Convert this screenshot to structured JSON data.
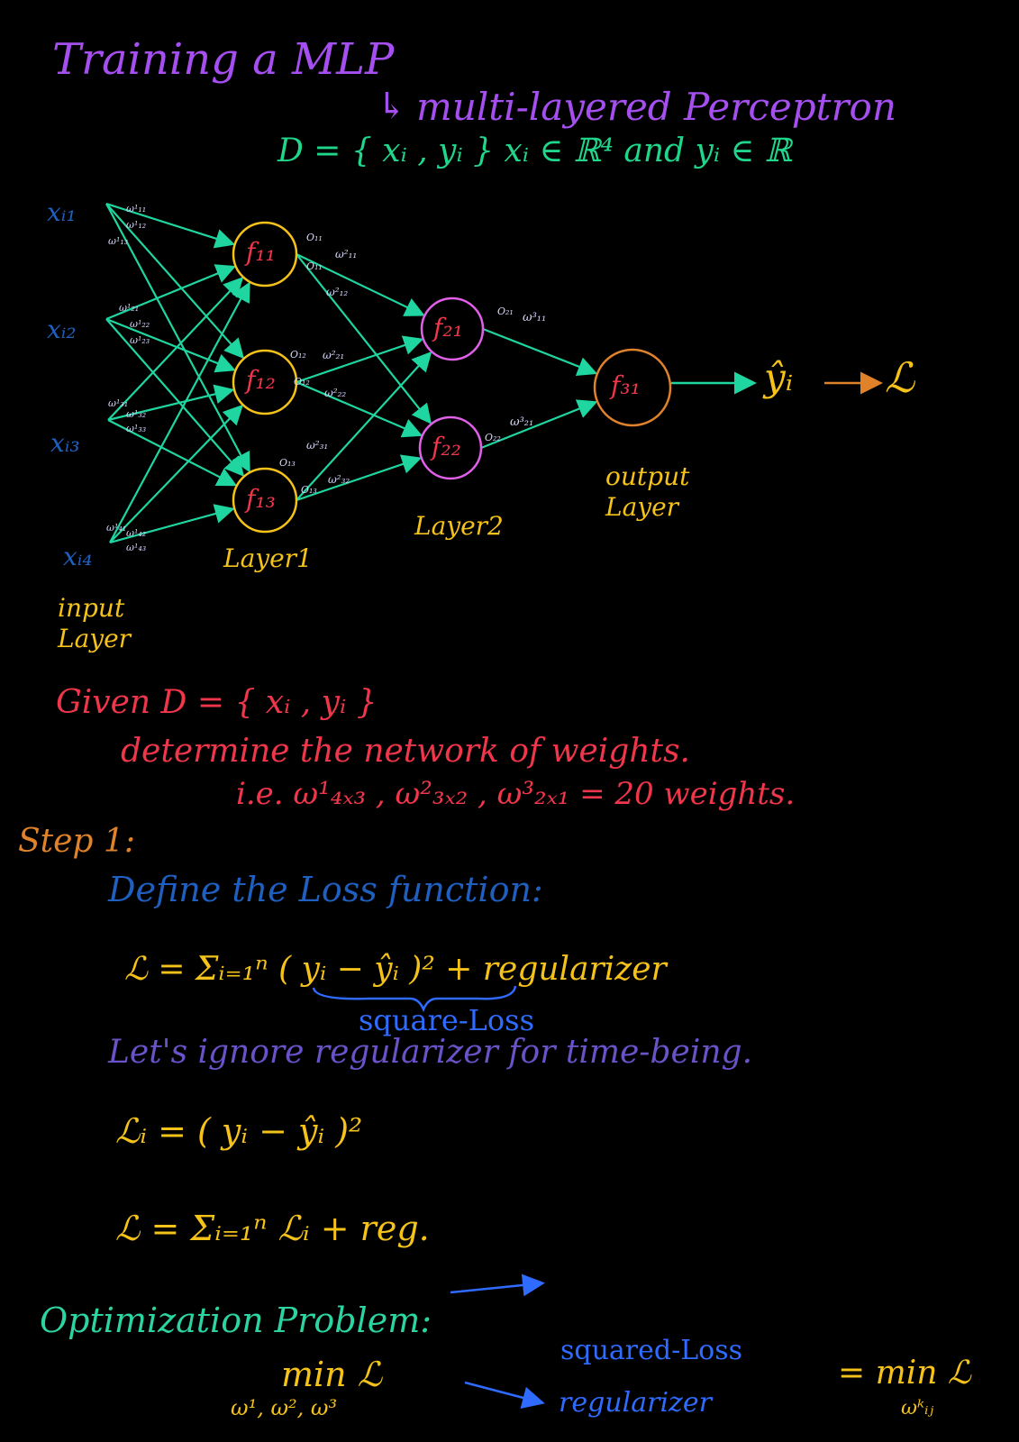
{
  "title": "Training a MLP",
  "subtitle": "multi-layered Perceptron",
  "dataset_def": "D = { xᵢ , yᵢ }   xᵢ ∈ ℝ⁴  and  yᵢ ∈ ℝ",
  "diagram": {
    "inputs": [
      "xᵢ₁",
      "xᵢ₂",
      "xᵢ₃",
      "xᵢ₄"
    ],
    "layer1_nodes": [
      "f₁₁",
      "f₁₂",
      "f₁₃"
    ],
    "layer2_nodes": [
      "f₂₁",
      "f₂₂"
    ],
    "output_node": "f₃₁",
    "output_symbol": "ŷᵢ",
    "loss_symbol": "ℒ",
    "weight_labels_l1": [
      "ω¹₁₁",
      "ω¹₁₂",
      "ω¹₁₃",
      "ω¹₂₁",
      "ω¹₂₂",
      "ω¹₂₃",
      "ω¹₃₁",
      "ω¹₃₂",
      "ω¹₃₃",
      "ω¹₄₁",
      "ω¹₄₂",
      "ω¹₄₃"
    ],
    "weight_labels_l2": [
      "ω²₁₁",
      "ω²₁₂",
      "ω²₂₁",
      "ω²₂₂",
      "ω²₃₁",
      "ω²₃₂"
    ],
    "weight_labels_l3": [
      "ω³₁₁",
      "ω³₂₁"
    ],
    "output_labels_l1": [
      "O₁₁",
      "O₁₁",
      "O₁₂",
      "O₁₂",
      "O₁₃",
      "O₁₃"
    ],
    "output_labels_l2": [
      "O₂₁",
      "O₂₂"
    ],
    "layer_labels": {
      "input": "input Layer",
      "layer1": "Layer1",
      "layer2": "Layer2",
      "output": "output Layer"
    }
  },
  "given": "Given  D = { xᵢ , yᵢ }",
  "determine": "determine the network of weights.",
  "weights_line": "i.e.  ω¹₄ₓ₃ ,  ω²₃ₓ₂ ,  ω³₂ₓ₁  = 20 weights.",
  "step1": "Step 1:",
  "define_loss": "Define the Loss function:",
  "loss_eq": "ℒ  =  Σᵢ₌₁ⁿ ( yᵢ − ŷᵢ )²  +  regularizer",
  "square_loss": "square-Loss",
  "ignore_note": "Let's ignore regularizer for time-being.",
  "li_eq": "ℒᵢ =  ( yᵢ − ŷᵢ )²",
  "sum_eq": "ℒ  =  Σᵢ₌₁ⁿ ℒᵢ  +  reg.",
  "opt_title": "Optimization Problem:",
  "opt_min": "min ℒ",
  "opt_under": "ω¹, ω², ω³",
  "squared_loss": "squared-Loss",
  "regularizer": "regularizer",
  "final_min": "= min ℒ",
  "final_under": "ωᵏᵢⱼ",
  "colors": {
    "edge": "#1fd6a0",
    "l1_node": "#f5c21a",
    "l2_node": "#e060e8",
    "out_node": "#e0822a",
    "node_text": "#f0364a"
  }
}
